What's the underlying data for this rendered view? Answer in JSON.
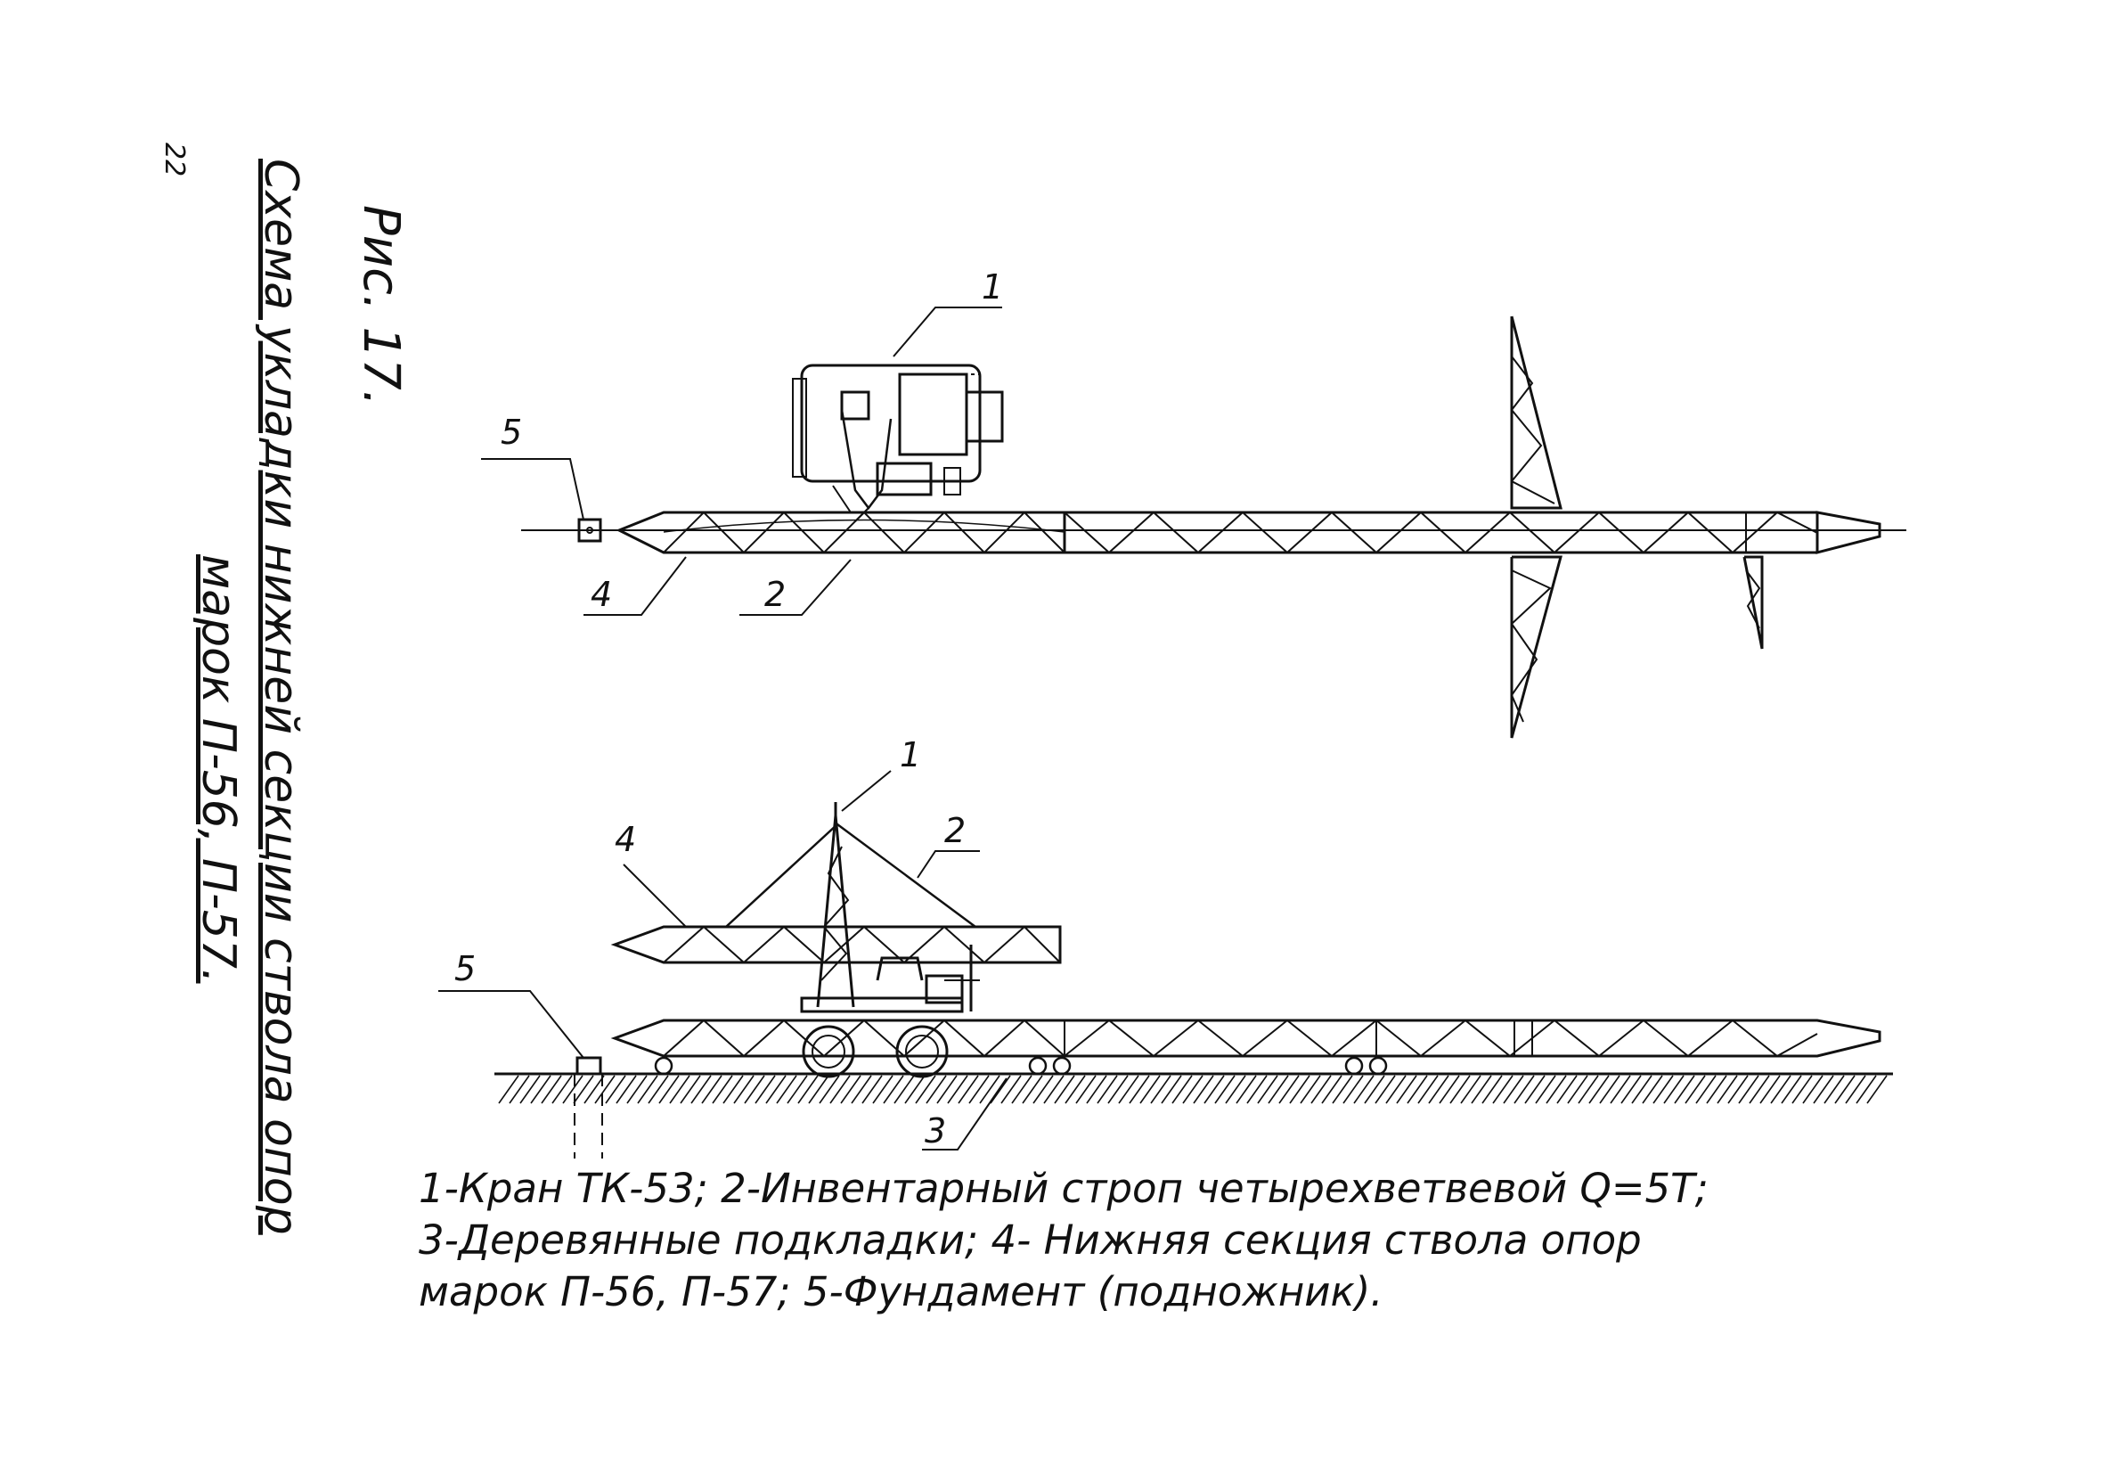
{
  "page": {
    "number": "22",
    "figure_label": "Рис. 17.",
    "title_line1": "Схема укладки нижней секции ствола опор",
    "title_line2": "марок П-56, П-57."
  },
  "callouts": {
    "top": {
      "c1": "1",
      "c2": "2",
      "c4": "4",
      "c5": "5"
    },
    "bottom": {
      "c1": "1",
      "c2": "2",
      "c3": "3",
      "c4": "4",
      "c5": "5"
    }
  },
  "legend": {
    "line1": "1-Кран ТК-53;  2-Инвентарный строп четырехветвевой  Q=5Т;",
    "line2": "3-Деревянные  подкладки; 4- Нижняя секция ствола  опор",
    "line3": "марок П-56, П-57;  5-Фундамент (подножник)."
  }
}
